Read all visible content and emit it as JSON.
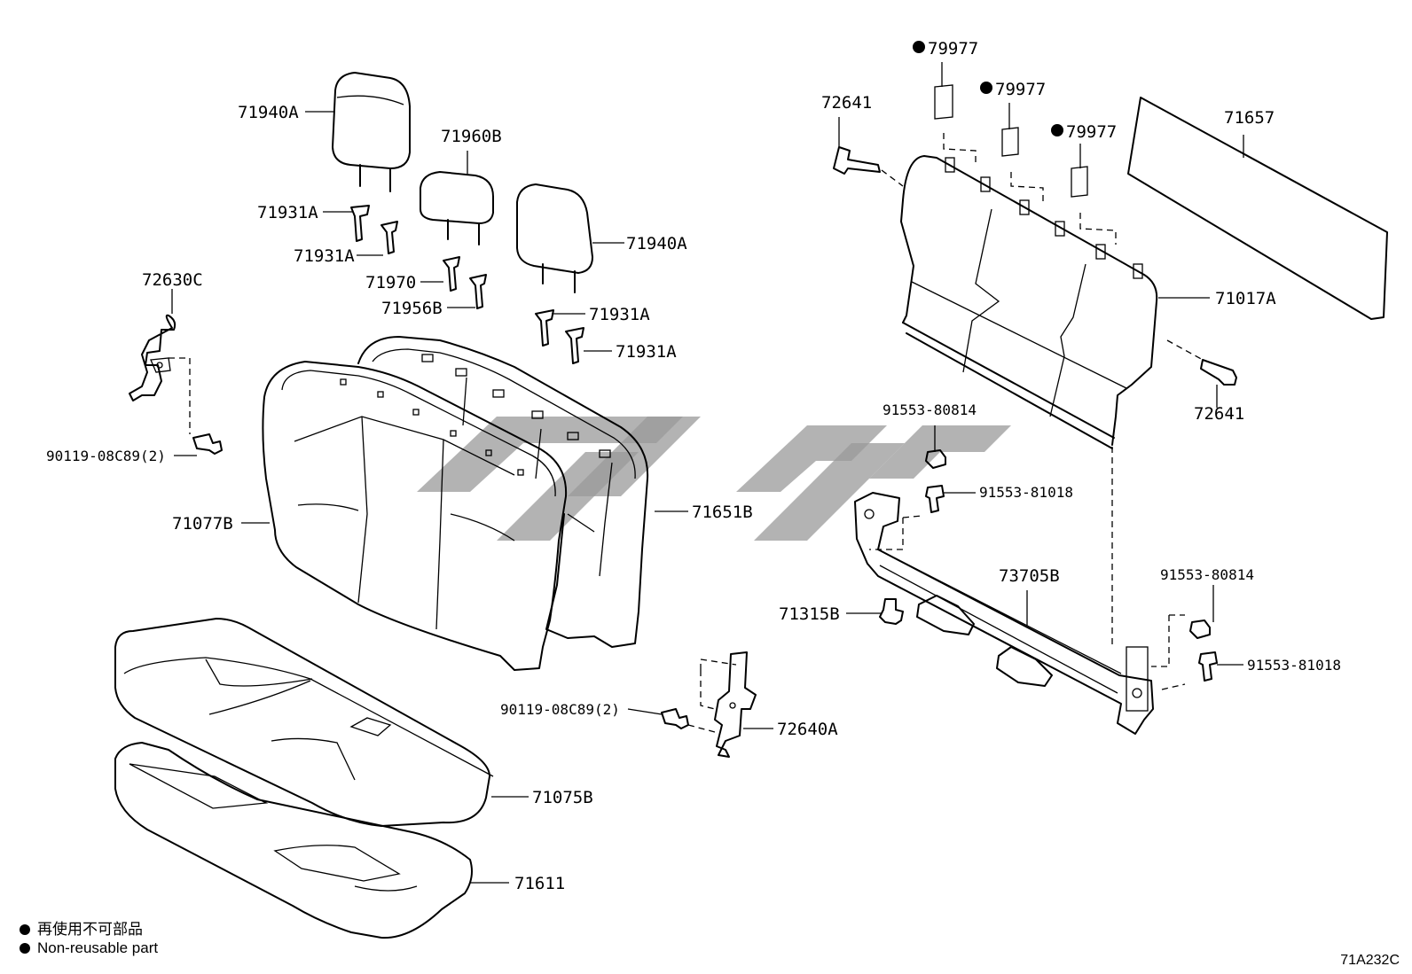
{
  "labels": [
    "71940A",
    "71960B",
    "71931A",
    "71931A",
    "71970",
    "71956B",
    "71940A",
    "71931A",
    "71931A",
    "72630C",
    "90119-08C89(2)",
    "71077B",
    "71651B",
    "71075B",
    "71611",
    "90119-08C89(2)",
    "72640A",
    "79977",
    "79977",
    "79977",
    "72641",
    "71657",
    "71017A",
    "72641",
    "91553-80814",
    "91553-81018",
    "73705B",
    "71315B",
    "91553-80814",
    "91553-81018"
  ],
  "legend": {
    "line1": "再使用不可部品",
    "line2": "Non-reusable part"
  },
  "diagram_code": "71A232C"
}
